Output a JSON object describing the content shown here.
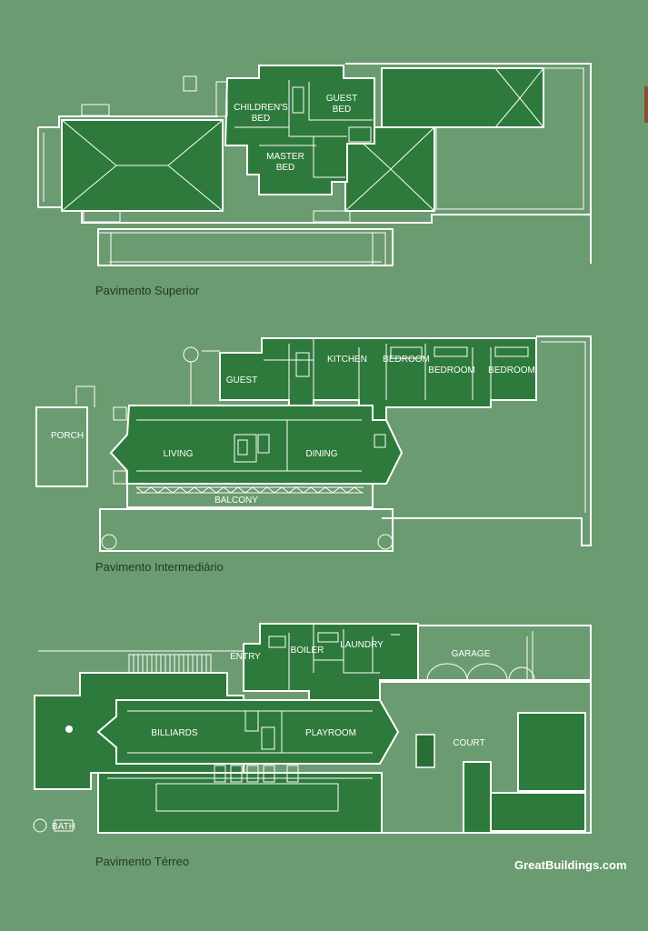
{
  "floors": [
    {
      "caption": "Pavimento Superior",
      "rooms": {
        "childrens_bed": [
          "CHILDREN'S",
          "BED"
        ],
        "guest_bed": [
          "GUEST",
          "BED"
        ],
        "master_bed": [
          "MASTER",
          "BED"
        ]
      }
    },
    {
      "caption": "Pavimento Intermediário",
      "rooms": {
        "guest": "GUEST",
        "kitchen": "KITCHEN",
        "porch": "PORCH",
        "living": "LIVING",
        "dining": "DINING",
        "balcony": "BALCONY",
        "bedroom_1": "BEDROOM",
        "bedroom_2": "BEDROOM",
        "bedroom_3": "BEDROOM"
      }
    },
    {
      "caption": "Pavimento Térreo",
      "rooms": {
        "entry": "ENTRY",
        "boiler": "BOILER",
        "laundry": "LAUNDRY",
        "garage": "GARAGE",
        "billiards": "BILLIARDS",
        "playroom": "PLAYROOM",
        "court": "COURT",
        "bath": "BATH"
      }
    }
  ],
  "watermark": "GreatBuildings.com",
  "colors": {
    "background": "#6b9b70",
    "room_fill": "#2e7a3c",
    "lines": "#ffffff",
    "caption": "#1f3a22"
  }
}
